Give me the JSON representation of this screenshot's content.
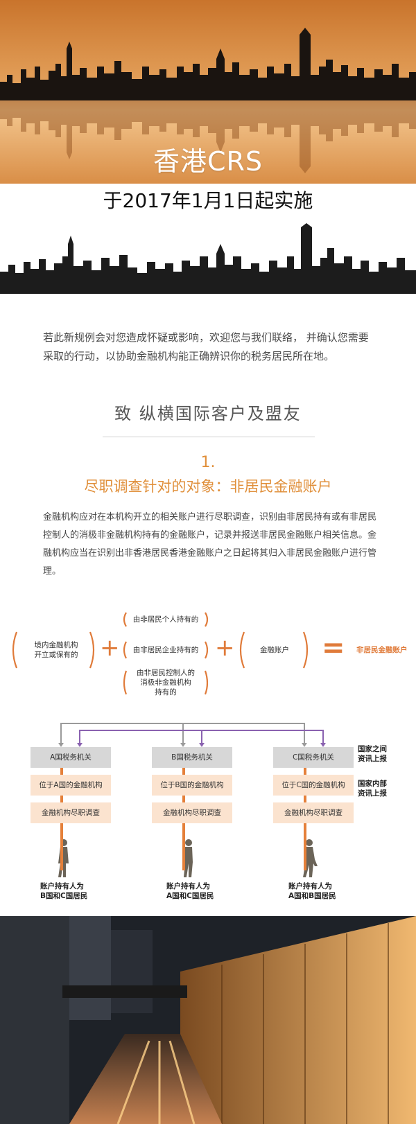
{
  "hero": {
    "title": "香港CRS",
    "subtitle": "于2017年1月1日起实施"
  },
  "intro": "若此新规例会对您造成怀疑或影响，欢迎您与我们联络， 并确认您需要采取的行动，以协助金融机构能正确辨识你的税务居民所在地。",
  "greeting": "致 纵横国际客户及盟友",
  "section1": {
    "number": "1.",
    "title": "尽职调查针对的对象：非居民金融账户",
    "body": "金融机构应对在本机构开立的相关账户进行尽职调查，识别由非居民持有或有非居民控制人的消极非金融机构持有的金融账户，记录并报送非居民金融账户相关信息。金融机构应当在识别出非香港居民香港金融账户之日起将其归入非居民金融账户进行管理。"
  },
  "formula": {
    "left": [
      "境内金融机构",
      "开立或保有的"
    ],
    "middle": [
      [
        "由非居民个人持有的"
      ],
      [
        "由非居民企业持有的"
      ],
      [
        "由非居民控制人的",
        "消极非金融机构",
        "持有的"
      ]
    ],
    "right": "金融账户",
    "plus": "+",
    "equals": "=",
    "result": "非居民金融账户"
  },
  "flow": {
    "columns": [
      {
        "gov": "A国税务机关",
        "inst": "位于A国的金融机构",
        "dd": "金融机构尽职调查",
        "holder": [
          "账户持有人为",
          "B国和C国居民"
        ]
      },
      {
        "gov": "B国税务机关",
        "inst": "位于B国的金融机构",
        "dd": "金融机构尽职调查",
        "holder": [
          "账户持有人为",
          "A国和C国居民"
        ]
      },
      {
        "gov": "C国税务机关",
        "inst": "位于C国的金融机构",
        "dd": "金融机构尽职调查",
        "holder": [
          "账户持有人为",
          "A国和B国居民"
        ]
      }
    ],
    "notes": [
      [
        "国家之间",
        "资讯上报"
      ],
      [
        "国家内部",
        "资讯上报"
      ]
    ]
  },
  "colors": {
    "accent": "#e08f3a",
    "arrow_gray": "#9a9a9a",
    "arrow_purple": "#8a62b0"
  }
}
